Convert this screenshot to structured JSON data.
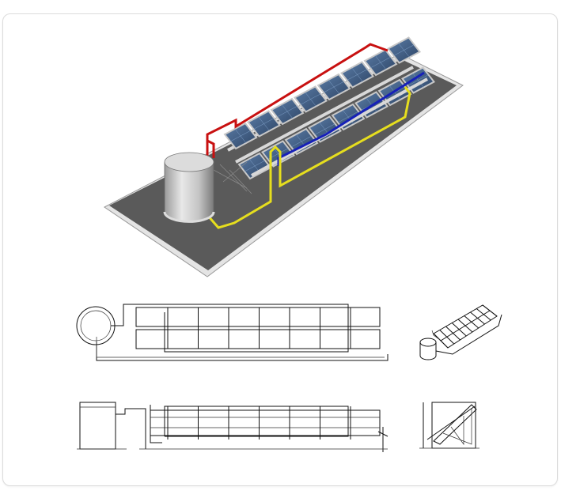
{
  "title": "",
  "views": [
    {
      "id": "perspective",
      "name": ""
    },
    {
      "id": "plan",
      "name": ""
    },
    {
      "id": "iso",
      "name": ""
    },
    {
      "id": "front",
      "name": ""
    },
    {
      "id": "side",
      "name": ""
    }
  ],
  "pipes": {
    "hot_color": "#c81010",
    "cold_color": "#1620b8",
    "return_color": "#e6de1e"
  },
  "base_color": "#5a5a5a",
  "panel_color": "#3c5a80",
  "tank_color": "#c8c8c8",
  "panel_rows": 2,
  "panels_per_row": 8
}
